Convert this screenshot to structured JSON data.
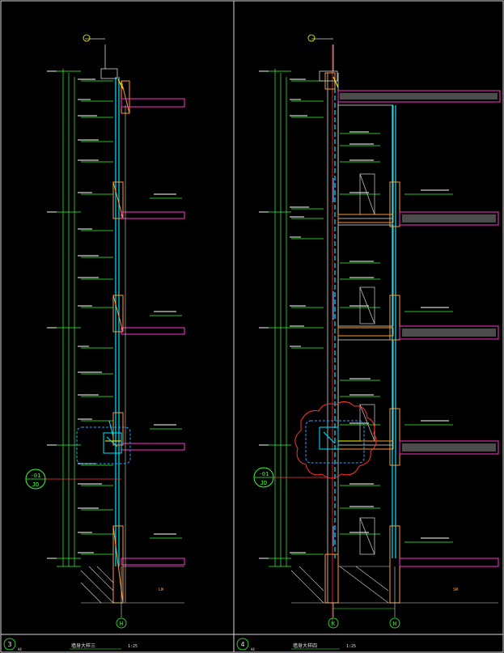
{
  "drawing": {
    "background": "#000000",
    "colors": {
      "frame": "#d9d9d9",
      "dim": "#33ff33",
      "text": "#e8e8e8",
      "wall": "#ff9933",
      "glass": "#00e5ff",
      "floor": "#ff33cc",
      "grid": "#ff3333",
      "clip_callout": "#ff3030",
      "detail_box": "#2fa0ff",
      "yellow": "#ffff00"
    }
  },
  "panel_left": {
    "number": "3",
    "scale_small": "A4",
    "title": "墙身大样三",
    "scale": "1:25",
    "axis_label": "H",
    "callout_top": "-01",
    "callout_bottom": "JD",
    "room_label": "LW"
  },
  "panel_right": {
    "number": "4",
    "scale_small": "A4",
    "title": "墙身大样四",
    "scale": "1:25",
    "axis_labels": [
      "K",
      "H"
    ],
    "callout_top": "-01",
    "callout_bottom": "JD",
    "room_label": "SW"
  }
}
